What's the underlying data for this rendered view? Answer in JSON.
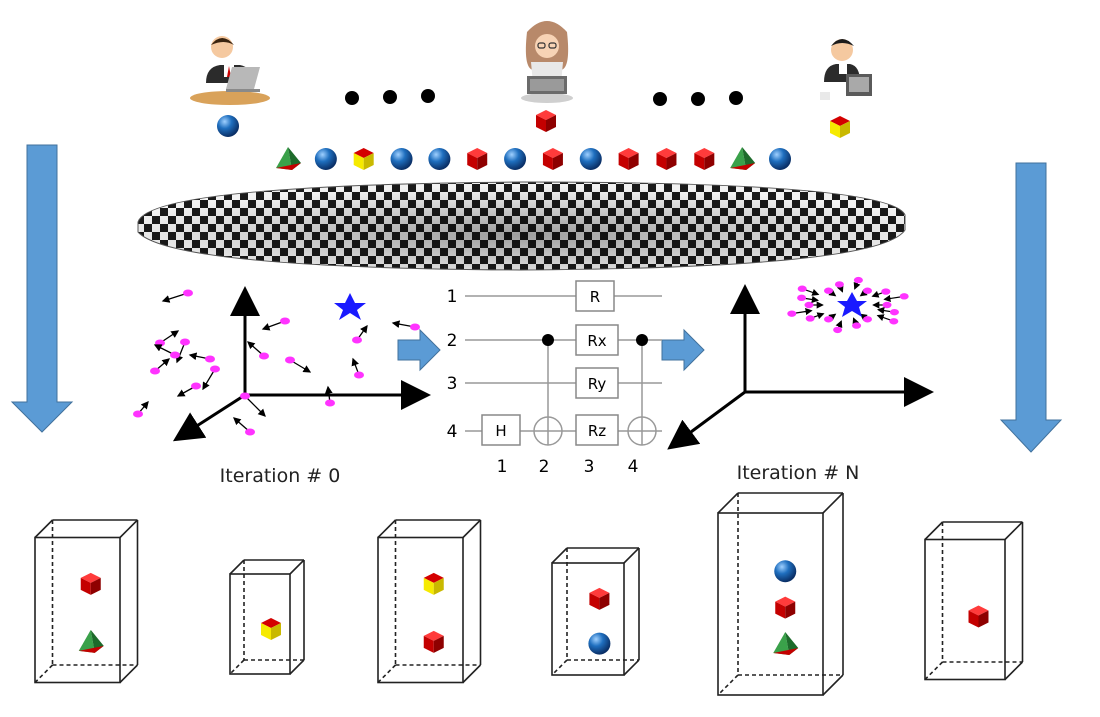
{
  "colors": {
    "arrow_blue": "#5b9bd5",
    "arrow_blue_edge": "#41719c",
    "sphere_blue": "#1f6fbf",
    "cube_red": "#d40000",
    "cube_yellow": "#f2e600",
    "pyramid_green": "#2e8b3e",
    "particle_magenta": "#ff33ff",
    "star_blue": "#1a1aff",
    "gate_border": "#888888",
    "axis_black": "#000000"
  },
  "users": [
    {
      "name": "user-left",
      "token": "sphere"
    },
    {
      "name": "user-center",
      "token": "cube"
    },
    {
      "name": "user-right",
      "token": "cube-yellow"
    }
  ],
  "ellipsis": [
    "...",
    "..."
  ],
  "token_row": [
    "pyramid",
    "sphere",
    "cube-yellow",
    "sphere",
    "sphere",
    "cube",
    "sphere",
    "cube",
    "sphere",
    "cube",
    "cube",
    "cube",
    "pyramid",
    "sphere"
  ],
  "circuit": {
    "qubits": [
      "1",
      "2",
      "3",
      "4"
    ],
    "steps": [
      "1",
      "2",
      "3",
      "4"
    ],
    "gates": {
      "r": "R",
      "rx": "Rx",
      "ry": "Ry",
      "rz": "Rz",
      "h": "H"
    }
  },
  "iterations": {
    "start": "Iteration # 0",
    "end": "Iteration  # N"
  },
  "boxes": [
    [
      "cube",
      "pyramid"
    ],
    [
      "cube-yellow"
    ],
    [
      "cube-yellow",
      "cube"
    ],
    [
      "cube",
      "sphere"
    ],
    [
      "sphere",
      "cube",
      "pyramid"
    ],
    [
      "cube"
    ]
  ]
}
